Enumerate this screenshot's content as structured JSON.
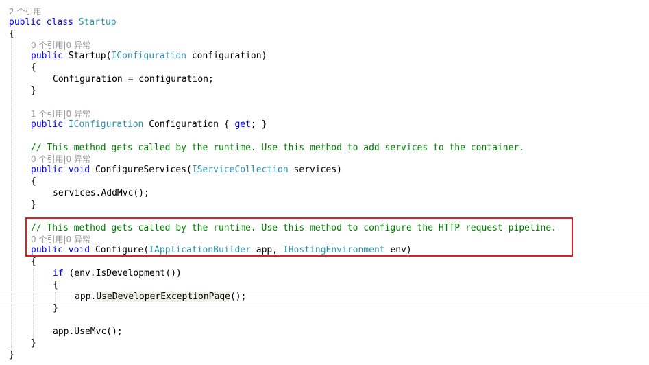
{
  "lens": {
    "class_refs": "2 个引用",
    "ctor_refs": "0 个引用|0 异常",
    "prop_refs": "1 个引用|0 异常",
    "configure_services_refs": "0 个引用|0 异常",
    "configure_refs": "0 个引用|0 异常"
  },
  "code": {
    "kw_public": "public",
    "kw_class": "class",
    "kw_void": "void",
    "kw_get": "get",
    "kw_if": "if",
    "class_name": "Startup",
    "open_brace": "{",
    "close_brace": "}",
    "ctor_name": "Startup(",
    "type_iconfiguration": "IConfiguration",
    "ctor_param": " configuration)",
    "ctor_body": "Configuration = configuration;",
    "prop_name": " Configuration { ",
    "prop_end": "; }",
    "comment_services": "// This method gets called by the runtime. Use this method to add services to the container.",
    "method_configure_services": "ConfigureServices(",
    "type_iservicecollection": "IServiceCollection",
    "services_param": " services)",
    "services_body": "services.AddMvc();",
    "comment_configure": "// This method gets called by the runtime. Use this method to configure the HTTP request pipeline.",
    "method_configure": "Configure(",
    "type_iapplicationbuilder": "IApplicationBuilder",
    "app_param": " app, ",
    "type_ihostingenvironment": "IHostingEnvironment",
    "env_param": " env)",
    "if_cond": " (env.IsDevelopment())",
    "app_prefix": "app.",
    "use_dev_page": "UseDeveloperExceptionPage",
    "use_dev_end": "();",
    "use_mvc": "app.UseMvc();"
  },
  "colors": {
    "keyword": "#0000ff",
    "type": "#2b91af",
    "comment": "#008000",
    "lens": "#999999",
    "highlight_box": "#e02020"
  }
}
